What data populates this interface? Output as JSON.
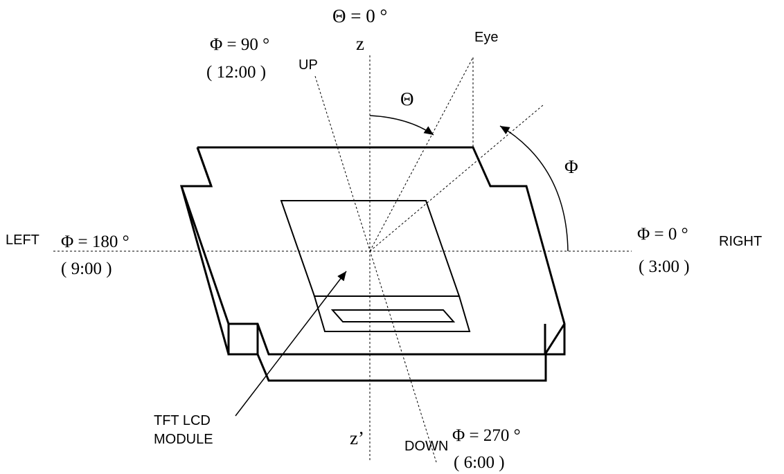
{
  "labels": {
    "theta_zero": "Θ = 0 °",
    "z_axis": "z",
    "z_prime_axis": "z’",
    "eye": "Eye",
    "phi_90": "Φ = 90 °",
    "clock_12": "( 12:00 )",
    "up": "UP",
    "theta": "Θ",
    "phi": "Φ",
    "left": "LEFT",
    "phi_180": "Φ = 180 °",
    "clock_9": "( 9:00 )",
    "phi_0": "Φ = 0 °",
    "right": "RIGHT",
    "clock_3": "( 3:00 )",
    "module_line1": "TFT LCD",
    "module_line2": "MODULE",
    "down": "DOWN",
    "phi_270": "Φ = 270 °",
    "clock_6": "( 6:00 )"
  }
}
